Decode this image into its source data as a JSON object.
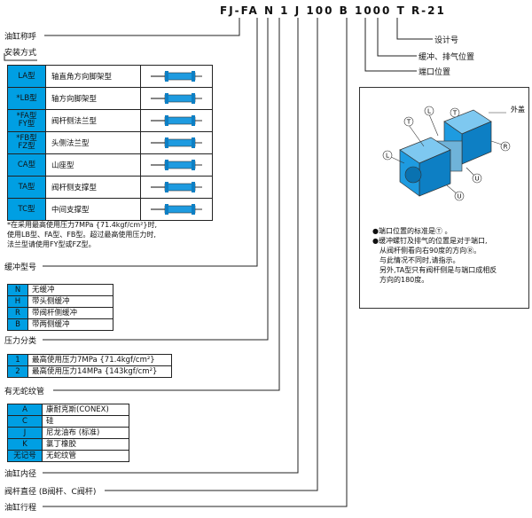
{
  "code": {
    "parts": [
      "FJ-FA",
      "N",
      "1",
      "J",
      "100",
      "B",
      "1000",
      "T",
      "R-21"
    ]
  },
  "labels": {
    "series_name": "油缸称呼",
    "mount_type": "安装方式",
    "cushion_model": "缓冲型号",
    "pressure_class": "压力分类",
    "boot": "有无蛇纹管",
    "bore": "油缸内径",
    "rod_dia": "阀杆直径 (B阀杆、C阀杆)",
    "stroke": "油缸行程",
    "design_no": "设计号",
    "cushion_vent_pos": "缓冲、排气位置",
    "port_pos": "端口位置"
  },
  "mount_table": [
    {
      "code": "LA型",
      "desc": "轴直角方向脚架型",
      "icon": "cylinder-la-icon"
    },
    {
      "code": "*LB型",
      "desc": "轴方向脚架型",
      "icon": "cylinder-lb-icon"
    },
    {
      "code": "*FA型\nFY型",
      "desc": "阀杆侧法兰型",
      "icon": "cylinder-fa-icon"
    },
    {
      "code": "*FB型\nFZ型",
      "desc": "头侧法兰型",
      "icon": "cylinder-fb-icon"
    },
    {
      "code": "CA型",
      "desc": "山座型",
      "icon": "cylinder-ca-icon"
    },
    {
      "code": "TA型",
      "desc": "阀杆侧支撑型",
      "icon": "cylinder-ta-icon"
    },
    {
      "code": "TC型",
      "desc": "中间支撑型",
      "icon": "cylinder-tc-icon"
    }
  ],
  "mount_note": [
    "*在采用最高使用压力7MPa {71.4kgf/cm²}时,",
    "使用LB型、FA型、FB型。超过最高使用压力时,",
    "法兰型请使用FY型或FZ型。"
  ],
  "cushion_table": [
    {
      "code": "N",
      "desc": "无缓冲"
    },
    {
      "code": "H",
      "desc": "带头侧缓冲"
    },
    {
      "code": "R",
      "desc": "带阀杆侧缓冲"
    },
    {
      "code": "B",
      "desc": "带两侧缓冲"
    }
  ],
  "pressure_table": [
    {
      "code": "1",
      "desc": "最高使用压力7MPa {71.4kgf/cm²}"
    },
    {
      "code": "2",
      "desc": "最高使用压力14MPa {143kgf/cm²}"
    }
  ],
  "boot_table": [
    {
      "code": "A",
      "desc": "康耐克斯(CONEX)"
    },
    {
      "code": "C",
      "desc": "硅"
    },
    {
      "code": "J",
      "desc": "尼龙油布 (标准)"
    },
    {
      "code": "K",
      "desc": "氯丁橡胶"
    },
    {
      "code": "无记号",
      "desc": "无蛇纹管"
    }
  ],
  "port_figure": {
    "outer_cover_label": "外盖",
    "markers": [
      "T",
      "L",
      "U",
      "R"
    ],
    "notes": [
      "●端口位置的标准是Ⓣ 。",
      "●缓冲螺钉及排气的位置是对于端口,",
      "从阀杆侧看向右90度的方向Ⓡ。",
      "与此情况不同时,请指示。",
      "另外,TA型只有阀杆侧是与端口成相反",
      "方向的180度。"
    ]
  },
  "colors": {
    "accent": "#009fe3",
    "block": "#1e9be0"
  }
}
